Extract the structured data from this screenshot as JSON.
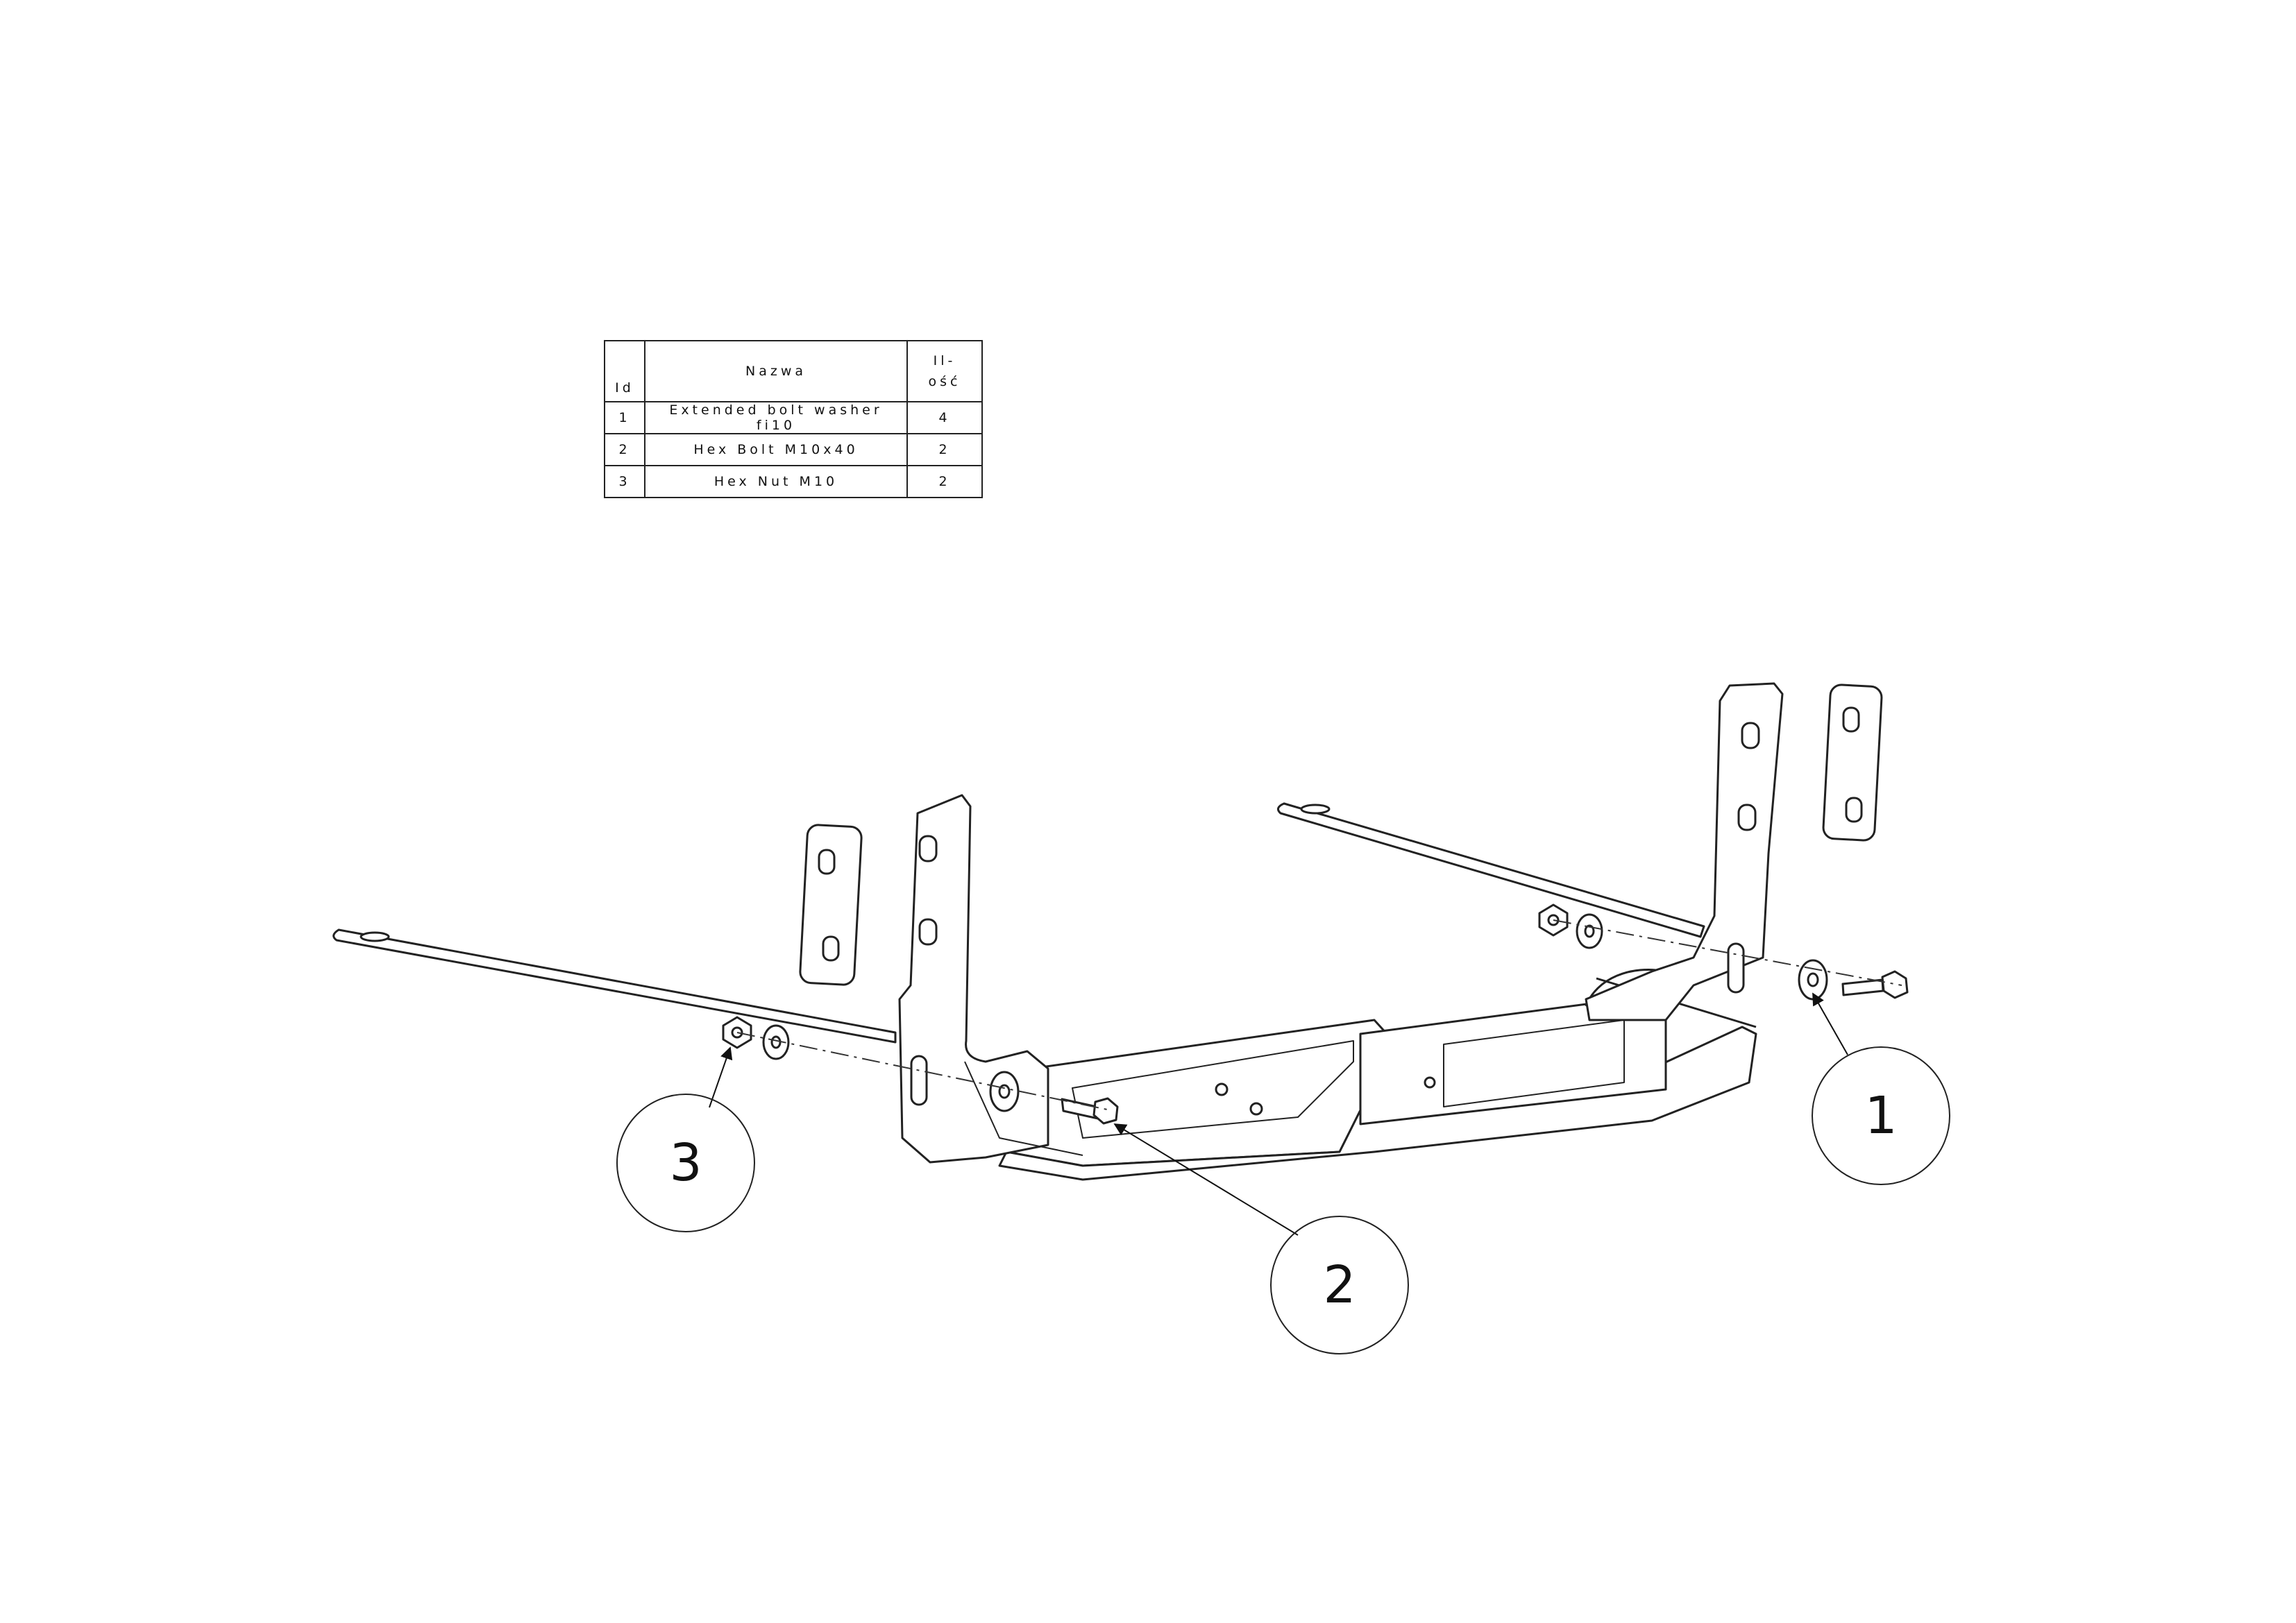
{
  "bom_table": {
    "headers": {
      "id": "Id",
      "name": "Nazwa",
      "qty_line1": "Il-",
      "qty_line2": "ość"
    },
    "rows": [
      {
        "id": "1",
        "name": "Extended bolt washer fi10",
        "qty": "4"
      },
      {
        "id": "2",
        "name": "Hex Bolt M10x40",
        "qty": "2"
      },
      {
        "id": "3",
        "name": "Hex Nut M10",
        "qty": "2"
      }
    ]
  },
  "callouts": {
    "c1": "1",
    "c2": "2",
    "c3": "3"
  },
  "colors": {
    "line": "#222222",
    "background": "#ffffff"
  }
}
